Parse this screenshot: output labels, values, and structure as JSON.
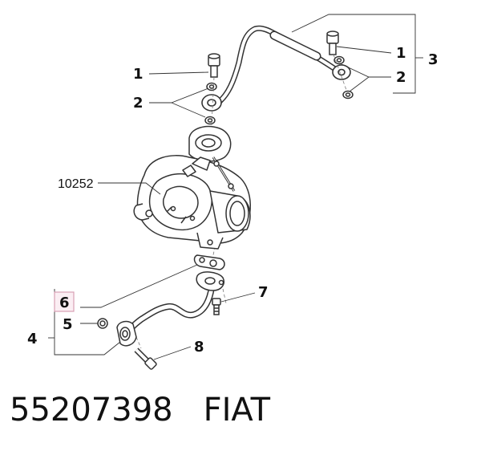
{
  "callouts": {
    "c1a": "1",
    "c2a": "2",
    "c1b": "1",
    "c2b": "2",
    "c3": "3",
    "c10252": "10252",
    "c6": "6",
    "c5": "5",
    "c4": "4",
    "c7": "7",
    "c8": "8"
  },
  "caption": {
    "part_number": "55207398",
    "brand": "FIAT"
  },
  "colors": {
    "highlight_box": "#d9a0b4",
    "highlight_fill": "#fbeef3",
    "line": "#333333"
  }
}
